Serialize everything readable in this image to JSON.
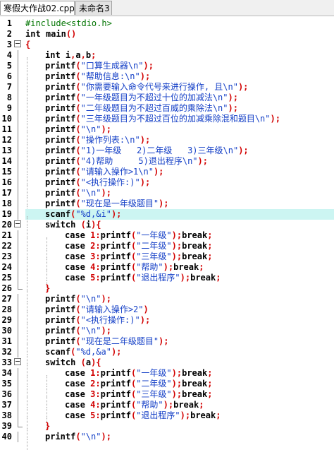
{
  "tabs": [
    {
      "label": "寒假大作战02.cpp",
      "active": true
    },
    {
      "label": "未命名3",
      "active": false
    }
  ],
  "lines": [
    {
      "n": 1,
      "indent": 0,
      "tokens": [
        [
          "pre",
          "#include<stdio.h>"
        ]
      ]
    },
    {
      "n": 2,
      "indent": 0,
      "tokens": [
        [
          "kw",
          "int"
        ],
        [
          "plain",
          " main"
        ],
        [
          "pun",
          "()"
        ]
      ]
    },
    {
      "n": 3,
      "indent": 0,
      "fold": "box",
      "tokens": [
        [
          "pun",
          "{"
        ]
      ]
    },
    {
      "n": 4,
      "indent": 1,
      "fold": "line",
      "tokens": [
        [
          "kw",
          "int"
        ],
        [
          "plain",
          " i"
        ],
        [
          "pun",
          ","
        ],
        [
          "plain",
          "a"
        ],
        [
          "pun",
          ","
        ],
        [
          "plain",
          "b"
        ],
        [
          "pun",
          ";"
        ]
      ]
    },
    {
      "n": 5,
      "indent": 1,
      "fold": "line",
      "tokens": [
        [
          "fn",
          "printf"
        ],
        [
          "pun",
          "("
        ],
        [
          "str",
          "\"口算生成器\\n\""
        ],
        [
          "pun",
          ");"
        ]
      ]
    },
    {
      "n": 6,
      "indent": 1,
      "fold": "line",
      "tokens": [
        [
          "fn",
          "printf"
        ],
        [
          "pun",
          "("
        ],
        [
          "str",
          "\"帮助信息:\\n\""
        ],
        [
          "pun",
          ");"
        ]
      ]
    },
    {
      "n": 7,
      "indent": 1,
      "fold": "line",
      "tokens": [
        [
          "fn",
          "printf"
        ],
        [
          "pun",
          "("
        ],
        [
          "str",
          "\"你需要输入命令代号来进行操作, 且\\n\""
        ],
        [
          "pun",
          ");"
        ]
      ]
    },
    {
      "n": 8,
      "indent": 1,
      "fold": "line",
      "tokens": [
        [
          "fn",
          "printf"
        ],
        [
          "pun",
          "("
        ],
        [
          "str",
          "\"一年级题目为不超过十位的加减法\\n\""
        ],
        [
          "pun",
          ");"
        ]
      ]
    },
    {
      "n": 9,
      "indent": 1,
      "fold": "line",
      "tokens": [
        [
          "fn",
          "printf"
        ],
        [
          "pun",
          "("
        ],
        [
          "str",
          "\"二年级题目为不超过百威的乘除法\\n\""
        ],
        [
          "pun",
          ");"
        ]
      ]
    },
    {
      "n": 10,
      "indent": 1,
      "fold": "line",
      "tokens": [
        [
          "fn",
          "printf"
        ],
        [
          "pun",
          "("
        ],
        [
          "str",
          "\"三年级题目为不超过百位的加减乘除混和题目\\n\""
        ],
        [
          "pun",
          ");"
        ]
      ]
    },
    {
      "n": 11,
      "indent": 1,
      "fold": "line",
      "tokens": [
        [
          "fn",
          "printf"
        ],
        [
          "pun",
          "("
        ],
        [
          "str",
          "\"\\n\""
        ],
        [
          "pun",
          ");"
        ]
      ]
    },
    {
      "n": 12,
      "indent": 1,
      "fold": "line",
      "tokens": [
        [
          "fn",
          "printf"
        ],
        [
          "pun",
          "("
        ],
        [
          "str",
          "\"操作列表:\\n\""
        ],
        [
          "pun",
          ");"
        ]
      ]
    },
    {
      "n": 13,
      "indent": 1,
      "fold": "line",
      "tokens": [
        [
          "fn",
          "printf"
        ],
        [
          "pun",
          "("
        ],
        [
          "str",
          "\"1)一年级   2)二年级   3)三年级\\n\""
        ],
        [
          "pun",
          ");"
        ]
      ]
    },
    {
      "n": 14,
      "indent": 1,
      "fold": "line",
      "tokens": [
        [
          "fn",
          "printf"
        ],
        [
          "pun",
          "("
        ],
        [
          "str",
          "\"4)帮助     5)退出程序\\n\""
        ],
        [
          "pun",
          ");"
        ]
      ]
    },
    {
      "n": 15,
      "indent": 1,
      "fold": "line",
      "tokens": [
        [
          "fn",
          "printf"
        ],
        [
          "pun",
          "("
        ],
        [
          "str",
          "\"请输入操作>1\\n\""
        ],
        [
          "pun",
          ");"
        ]
      ]
    },
    {
      "n": 16,
      "indent": 1,
      "fold": "line",
      "tokens": [
        [
          "fn",
          "printf"
        ],
        [
          "pun",
          "("
        ],
        [
          "str",
          "\"<执行操作:)\""
        ],
        [
          "pun",
          ");"
        ]
      ]
    },
    {
      "n": 17,
      "indent": 1,
      "fold": "line",
      "tokens": [
        [
          "fn",
          "printf"
        ],
        [
          "pun",
          "("
        ],
        [
          "str",
          "\"\\n\""
        ],
        [
          "pun",
          ");"
        ]
      ]
    },
    {
      "n": 18,
      "indent": 1,
      "fold": "line",
      "tokens": [
        [
          "fn",
          "printf"
        ],
        [
          "pun",
          "("
        ],
        [
          "str",
          "\"现在是一年级题目\""
        ],
        [
          "pun",
          ");"
        ]
      ]
    },
    {
      "n": 19,
      "indent": 1,
      "fold": "line",
      "hl": true,
      "tokens": [
        [
          "fn",
          "scanf"
        ],
        [
          "pun",
          "("
        ],
        [
          "str",
          "\"%d,&i\""
        ],
        [
          "pun",
          ");"
        ]
      ]
    },
    {
      "n": 20,
      "indent": 1,
      "fold": "box",
      "tokens": [
        [
          "kw",
          "switch"
        ],
        [
          "plain",
          " "
        ],
        [
          "pun",
          "("
        ],
        [
          "plain",
          "i"
        ],
        [
          "pun",
          "){"
        ]
      ]
    },
    {
      "n": 21,
      "indent": 2,
      "fold": "line",
      "tokens": [
        [
          "kw",
          "case"
        ],
        [
          "plain",
          " "
        ],
        [
          "num",
          "1"
        ],
        [
          "pun",
          ":"
        ],
        [
          "fn",
          "printf"
        ],
        [
          "pun",
          "("
        ],
        [
          "str",
          "\"一年级\""
        ],
        [
          "pun",
          ");"
        ],
        [
          "kw",
          "break"
        ],
        [
          "pun",
          ";"
        ]
      ]
    },
    {
      "n": 22,
      "indent": 2,
      "fold": "line",
      "tokens": [
        [
          "kw",
          "case"
        ],
        [
          "plain",
          " "
        ],
        [
          "num",
          "2"
        ],
        [
          "pun",
          ":"
        ],
        [
          "fn",
          "printf"
        ],
        [
          "pun",
          "("
        ],
        [
          "str",
          "\"二年级\""
        ],
        [
          "pun",
          ");"
        ],
        [
          "kw",
          "break"
        ],
        [
          "pun",
          ";"
        ]
      ]
    },
    {
      "n": 23,
      "indent": 2,
      "fold": "line",
      "tokens": [
        [
          "kw",
          "case"
        ],
        [
          "plain",
          " "
        ],
        [
          "num",
          "3"
        ],
        [
          "pun",
          ":"
        ],
        [
          "fn",
          "printf"
        ],
        [
          "pun",
          "("
        ],
        [
          "str",
          "\"三年级\""
        ],
        [
          "pun",
          ");"
        ],
        [
          "kw",
          "break"
        ],
        [
          "pun",
          ";"
        ]
      ]
    },
    {
      "n": 24,
      "indent": 2,
      "fold": "line",
      "tokens": [
        [
          "kw",
          "case"
        ],
        [
          "plain",
          " "
        ],
        [
          "num",
          "4"
        ],
        [
          "pun",
          ":"
        ],
        [
          "fn",
          "printf"
        ],
        [
          "pun",
          "("
        ],
        [
          "str",
          "\"帮助\""
        ],
        [
          "pun",
          ");"
        ],
        [
          "kw",
          "break"
        ],
        [
          "pun",
          ";"
        ]
      ]
    },
    {
      "n": 25,
      "indent": 2,
      "fold": "line",
      "tokens": [
        [
          "kw",
          "case"
        ],
        [
          "plain",
          " "
        ],
        [
          "num",
          "5"
        ],
        [
          "pun",
          ":"
        ],
        [
          "fn",
          "printf"
        ],
        [
          "pun",
          "("
        ],
        [
          "str",
          "\"退出程序\""
        ],
        [
          "pun",
          ");"
        ],
        [
          "kw",
          "break"
        ],
        [
          "pun",
          ";"
        ]
      ]
    },
    {
      "n": 26,
      "indent": 1,
      "fold": "end",
      "tokens": [
        [
          "pun",
          "}"
        ]
      ]
    },
    {
      "n": 27,
      "indent": 1,
      "fold": "line",
      "tokens": [
        [
          "fn",
          "printf"
        ],
        [
          "pun",
          "("
        ],
        [
          "str",
          "\"\\n\""
        ],
        [
          "pun",
          ");"
        ]
      ]
    },
    {
      "n": 28,
      "indent": 1,
      "fold": "line",
      "tokens": [
        [
          "fn",
          "printf"
        ],
        [
          "pun",
          "("
        ],
        [
          "str",
          "\"请输入操作>2\""
        ],
        [
          "pun",
          ")"
        ]
      ]
    },
    {
      "n": 29,
      "indent": 1,
      "fold": "line",
      "tokens": [
        [
          "fn",
          "printf"
        ],
        [
          "pun",
          "("
        ],
        [
          "str",
          "\"<执行操作:)\""
        ],
        [
          "pun",
          ");"
        ]
      ]
    },
    {
      "n": 30,
      "indent": 1,
      "fold": "line",
      "tokens": [
        [
          "fn",
          "printf"
        ],
        [
          "pun",
          "("
        ],
        [
          "str",
          "\"\\n\""
        ],
        [
          "pun",
          ");"
        ]
      ]
    },
    {
      "n": 31,
      "indent": 1,
      "fold": "line",
      "tokens": [
        [
          "fn",
          "printf"
        ],
        [
          "pun",
          "("
        ],
        [
          "str",
          "\"现在是二年级题目\""
        ],
        [
          "pun",
          ");"
        ]
      ]
    },
    {
      "n": 32,
      "indent": 1,
      "fold": "line",
      "tokens": [
        [
          "fn",
          "scanf"
        ],
        [
          "pun",
          "("
        ],
        [
          "str",
          "\"%d,&a\""
        ],
        [
          "pun",
          ");"
        ]
      ]
    },
    {
      "n": 33,
      "indent": 1,
      "fold": "box",
      "tokens": [
        [
          "kw",
          "switch"
        ],
        [
          "plain",
          " "
        ],
        [
          "pun",
          "("
        ],
        [
          "plain",
          "a"
        ],
        [
          "pun",
          "){"
        ]
      ]
    },
    {
      "n": 34,
      "indent": 2,
      "fold": "line",
      "tokens": [
        [
          "kw",
          "case"
        ],
        [
          "plain",
          " "
        ],
        [
          "num",
          "1"
        ],
        [
          "pun",
          ":"
        ],
        [
          "fn",
          "printf"
        ],
        [
          "pun",
          "("
        ],
        [
          "str",
          "\"一年级\""
        ],
        [
          "pun",
          ");"
        ],
        [
          "kw",
          "break"
        ],
        [
          "pun",
          ";"
        ]
      ]
    },
    {
      "n": 35,
      "indent": 2,
      "fold": "line",
      "tokens": [
        [
          "kw",
          "case"
        ],
        [
          "plain",
          " "
        ],
        [
          "num",
          "2"
        ],
        [
          "pun",
          ":"
        ],
        [
          "fn",
          "printf"
        ],
        [
          "pun",
          "("
        ],
        [
          "str",
          "\"二年级\""
        ],
        [
          "pun",
          ");"
        ],
        [
          "kw",
          "break"
        ],
        [
          "pun",
          ";"
        ]
      ]
    },
    {
      "n": 36,
      "indent": 2,
      "fold": "line",
      "tokens": [
        [
          "kw",
          "case"
        ],
        [
          "plain",
          " "
        ],
        [
          "num",
          "3"
        ],
        [
          "pun",
          ":"
        ],
        [
          "fn",
          "printf"
        ],
        [
          "pun",
          "("
        ],
        [
          "str",
          "\"三年级\""
        ],
        [
          "pun",
          ");"
        ],
        [
          "kw",
          "break"
        ],
        [
          "pun",
          ";"
        ]
      ]
    },
    {
      "n": 37,
      "indent": 2,
      "fold": "line",
      "tokens": [
        [
          "kw",
          "case"
        ],
        [
          "plain",
          " "
        ],
        [
          "num",
          "4"
        ],
        [
          "pun",
          ":"
        ],
        [
          "fn",
          "printf"
        ],
        [
          "pun",
          "("
        ],
        [
          "str",
          "\"帮助\""
        ],
        [
          "pun",
          ");"
        ],
        [
          "kw",
          "break"
        ],
        [
          "pun",
          ";"
        ]
      ]
    },
    {
      "n": 38,
      "indent": 2,
      "fold": "line",
      "tokens": [
        [
          "kw",
          "case"
        ],
        [
          "plain",
          " "
        ],
        [
          "num",
          "5"
        ],
        [
          "pun",
          ":"
        ],
        [
          "fn",
          "printf"
        ],
        [
          "pun",
          "("
        ],
        [
          "str",
          "\"退出程序\""
        ],
        [
          "pun",
          ");"
        ],
        [
          "kw",
          "break"
        ],
        [
          "pun",
          ";"
        ]
      ]
    },
    {
      "n": 39,
      "indent": 1,
      "fold": "end",
      "tokens": [
        [
          "pun",
          "}"
        ]
      ]
    },
    {
      "n": 40,
      "indent": 1,
      "fold": "line",
      "tokens": [
        [
          "fn",
          "printf"
        ],
        [
          "pun",
          "("
        ],
        [
          "str",
          "\"\\n\""
        ],
        [
          "pun",
          ");"
        ]
      ]
    }
  ]
}
